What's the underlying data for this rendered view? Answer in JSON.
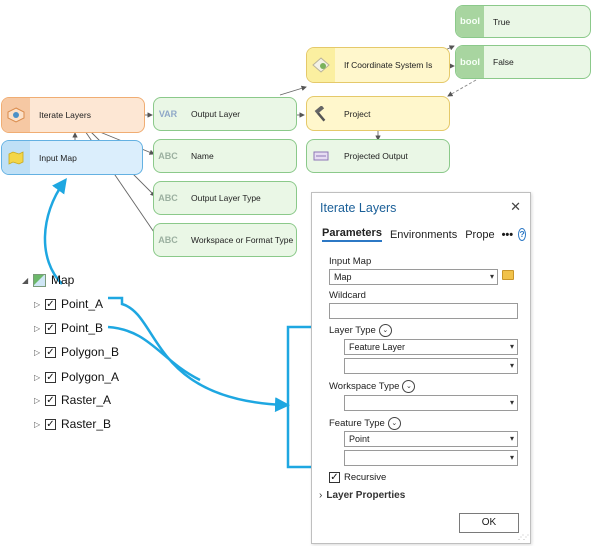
{
  "model": {
    "nodes": {
      "iterate_layers": {
        "label": "Iterate Layers"
      },
      "input_map": {
        "label": "Input Map"
      },
      "output_layer": {
        "label": "Output Layer",
        "icon_text": "VAR"
      },
      "name": {
        "label": "Name",
        "icon_text": "ABC"
      },
      "output_layer_type": {
        "label": "Output Layer Type",
        "icon_text": "ABC"
      },
      "workspace_or_format_type": {
        "label": "Workspace or Format Type",
        "icon_text": "ABC"
      },
      "if_coordinate_system_is": {
        "label": "If Coordinate System Is"
      },
      "true": {
        "label": "True",
        "icon_text": "bool"
      },
      "false": {
        "label": "False",
        "icon_text": "bool"
      },
      "project": {
        "label": "Project"
      },
      "projected_output": {
        "label": "Projected Output"
      }
    }
  },
  "contents": {
    "map_label": "Map",
    "layers": [
      {
        "name": "Point_A",
        "checked": true
      },
      {
        "name": "Point_B",
        "checked": true
      },
      {
        "name": "Polygon_B",
        "checked": true
      },
      {
        "name": "Polygon_A",
        "checked": true
      },
      {
        "name": "Raster_A",
        "checked": true
      },
      {
        "name": "Raster_B",
        "checked": true
      }
    ]
  },
  "dialog": {
    "title": "Iterate Layers",
    "tabs": [
      "Parameters",
      "Environments",
      "Prope"
    ],
    "more": "•••",
    "help": "?",
    "input_map_label": "Input Map",
    "input_map_value": "Map",
    "wildcard_label": "Wildcard",
    "wildcard_value": "",
    "layer_type_label": "Layer Type",
    "layer_type_value": "Feature Layer",
    "workspace_type_label": "Workspace Type",
    "feature_type_label": "Feature Type",
    "feature_type_value": "Point",
    "recursive_label": "Recursive",
    "layer_properties_label": "Layer Properties",
    "ok_label": "OK"
  },
  "colors": {
    "annotation_arrow": "#1ea7e1",
    "accent": "#2c78c5"
  }
}
